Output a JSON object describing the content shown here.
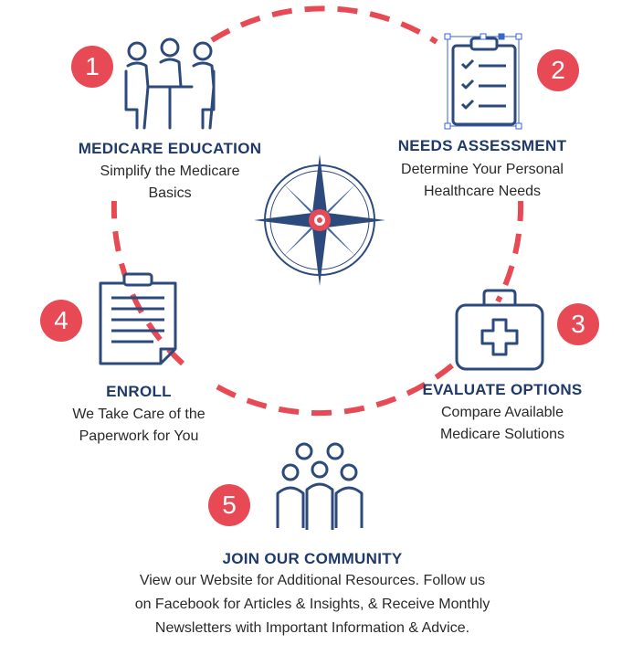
{
  "steps": [
    {
      "number": "1",
      "title": "MEDICARE EDUCATION",
      "line1": "Simplify the Medicare",
      "line2": "Basics",
      "icon": "people-at-table-icon"
    },
    {
      "number": "2",
      "title": "NEEDS ASSESSMENT",
      "line1": "Determine Your Personal",
      "line2": "Healthcare Needs",
      "icon": "clipboard-checklist-icon"
    },
    {
      "number": "3",
      "title": "EVALUATE OPTIONS",
      "line1": "Compare Available",
      "line2": "Medicare Solutions",
      "icon": "medical-kit-icon"
    },
    {
      "number": "4",
      "title": "ENROLL",
      "line1": "We Take Care of the",
      "line2": "Paperwork for You",
      "icon": "document-clipboard-icon"
    },
    {
      "number": "5",
      "title": "JOIN OUR COMMUNITY",
      "line1": "View our Website for Additional Resources. Follow us",
      "line2": "on Facebook for Articles & Insights, & Receive Monthly",
      "line3": "Newsletters with Important Information & Advice.",
      "icon": "community-group-icon"
    }
  ],
  "center_icon": "compass-icon",
  "colors": {
    "navy": "#2d4a7c",
    "red": "#e84a55"
  }
}
